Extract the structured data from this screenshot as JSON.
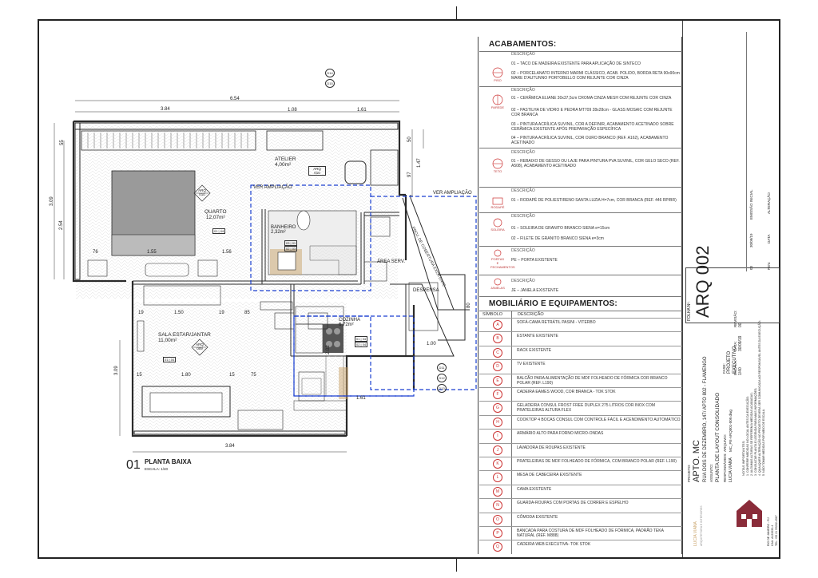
{
  "plan": {
    "dims_top": [
      "3.84",
      "6.54",
      "1.08",
      "1.61"
    ],
    "dims_left": [
      "3.09",
      "2.54",
      "3.09"
    ],
    "dims_right": [
      "55",
      "50",
      "1.47",
      "97"
    ],
    "dims_misc": [
      "76",
      "1.55",
      "1.56",
      "19",
      "1.50",
      "19",
      "85",
      "2.02",
      "1.00",
      "80",
      "15",
      "1.80",
      "15",
      "75",
      "1.61",
      "3.84"
    ],
    "rooms": [
      {
        "name": "ATELIER",
        "area": "4,00m²"
      },
      {
        "name": "QUARTO",
        "area": "12,07m²"
      },
      {
        "name": "BANHEIRO",
        "area": "2,32m²"
      },
      {
        "name": "ÁREA SERV.",
        "area": ""
      },
      {
        "name": "DESPENSA",
        "area": ""
      },
      {
        "name": "COZINHA",
        "area": "6,72m²"
      },
      {
        "name": "SALA ESTAR/JANTAR",
        "area": "11,00m²"
      }
    ],
    "annotations": [
      "VER AMPLIAÇÃO",
      "VER AMPLIAÇÃO",
      "PROJ. DE COBERTURA EXISTENTE"
    ],
    "sheet_marks": [
      {
        "label": "ARQ",
        "code": "010"
      },
      {
        "label": "ARQ",
        "code": "009"
      },
      {
        "label": "ARQ",
        "code": "009"
      },
      {
        "label": "ARQ",
        "code": "010"
      }
    ],
    "elevation_marks": [
      "D14",
      "D15",
      "D11",
      "D12",
      "D13"
    ],
    "tags": [
      "01 | 04",
      "03 | 01",
      "02 | 03",
      "01 | 04",
      "01 | 04",
      "02 | 04"
    ],
    "title_number": "01",
    "title": "PLANTA BAIXA",
    "scale": "ESCALA: 1/40"
  },
  "acabamentos": {
    "title": "ACABAMENTOS:",
    "piso": {
      "label": "PISO",
      "header": "DESCRIÇÃO",
      "rows": [
        "01 – TACO DE MADEIRA EXISTENTE PARA APLICAÇÃO DE SINTECO",
        "02 – PORCELANATO INTERNO MARMI CLÁSSICO, ACAB. POLIDO, BORDA RETA 90x90cm MARE D'AUTUNNO PORTOBELLO COM REJUNTE COR CINZA"
      ]
    },
    "parede": {
      "label": "PAREDE",
      "header": "DESCRIÇÃO",
      "rows": [
        "01 – CERÂMICA ELIANE 30x37,5cm CROMA CINZA MESH COM REJUNTE COR CINZA",
        "02 – PASTILHA DE VIDRO E PEDRA MT709 28x28cm - GLASS MOSAIC COM REJUNTE COR BRANCA",
        "03 – PINTURA ACRÍLICA SUVINIL, COR A DEFINIR, ACABAMENTO ACETINADO SOBRE CERÂMICA EXISTENTE APÓS PREPARAÇÃO ESPECÍFICA",
        "04 – PINTURA ACRÍLICA SUVINIL, COR OURO BRANCO (REF. A162), ACABAMENTO ACETINADO"
      ]
    },
    "teto": {
      "label": "TETO",
      "header": "DESCRIÇÃO",
      "rows": [
        "01 – REBAIXO DE GESSO OU LAJE PARA PINTURA PVA SUVINIL, COR GELO SECO (REF. A508), ACABAMENTO ACETINADO"
      ]
    },
    "rodape": {
      "label": "RODAPÉ",
      "header": "DESCRIÇÃO",
      "rows": [
        "01 – RODAPÉ DE POLIESTIRENO SANTA LUZIA H=7cm, COR BRANCA (REF. 446 RP/BR)"
      ]
    },
    "soleira": {
      "label": "SOLEIRA",
      "header": "DESCRIÇÃO",
      "rows": [
        "01 – SOLEIRA DE GRANITO BRANCO SIENA e=15cm",
        "02 – FILETE DE GRANITO BRANCO SIENA e=3cm"
      ]
    },
    "portas": {
      "label": "PORTAS E FECHAMENTOS",
      "header": "DESCRIÇÃO",
      "rows": [
        "PE – PORTA EXISTENTE"
      ]
    },
    "janelas": {
      "label": "JANELAS",
      "header": "DESCRIÇÃO",
      "rows": [
        "JE – JANELA EXISTENTE"
      ]
    }
  },
  "mobiliario": {
    "title": "MOBILIÁRIO E EQUIPAMENTOS:",
    "col_symbol": "SÍMBOLO",
    "col_desc": "DESCRIÇÃO",
    "items": [
      {
        "sym": "A",
        "desc": "SOFÁ-CAMA RETRÁTIL PASINI - VITERBO"
      },
      {
        "sym": "B",
        "desc": "ESTANTE EXISTENTE"
      },
      {
        "sym": "C",
        "desc": "RACK EXISTENTE"
      },
      {
        "sym": "D",
        "desc": "TV EXISTENTE"
      },
      {
        "sym": "E",
        "desc": "BALCÃO PARA ALIMENTAÇÃO DE MDF FOLHEADO DE FÓRMICA COR BRANCO POLAR (REF. L190)"
      },
      {
        "sym": "F",
        "desc": "CADEIRA EAMES WOOD, COR BRANCA - TOK STOK"
      },
      {
        "sym": "G",
        "desc": "GELADEIRA CONSUL FROST FREE DUPLEX 275 LITROS COR INOX COM PRATELEIRAS ALTURA FLEX"
      },
      {
        "sym": "H",
        "desc": "COOKTOP 4 BOCAS CONSUL COM CONTROLE FÁCIL E ACENDIMENTO AUTOMÁTICO"
      },
      {
        "sym": "I",
        "desc": "ARMÁRIO ALTO PARA FORNO MICRO-ONDAS"
      },
      {
        "sym": "J",
        "desc": "LAVADORA DE ROUPAS EXISTENTE"
      },
      {
        "sym": "K",
        "desc": "PRATELEIRAS DE MDF FOLHEADO DE FÓRMICA, COM BRANCO POLAR (REF. L190)"
      },
      {
        "sym": "L",
        "desc": "MESA DE CABECEIRA EXISTENTE"
      },
      {
        "sym": "M",
        "desc": "CAMA EXISTENTE"
      },
      {
        "sym": "N",
        "desc": "GUARDA-ROUPAS COM PORTAS DE CORRER E ESPELHO"
      },
      {
        "sym": "O",
        "desc": "CÔMODA EXISTENTE"
      },
      {
        "sym": "P",
        "desc": "BANCADA PARA COSTURA DE MDF FOLHEADO DE FÓRMICA, PADRÃO TEKA NATURAL (REF. M888)"
      },
      {
        "sym": "Q",
        "desc": "CADEIRA WEB EXECUTIVA- TOK STOK"
      }
    ]
  },
  "titleblock": {
    "folha_label": "FOLHA Nº:",
    "folha": "ARQ 002",
    "projeto_label": "PROJETO:",
    "projeto": "APTO. MC",
    "endereco": "RUA DOIS DE DEZEMBRO, 147/ APTO 802 - FLAMENGO",
    "assunto_label": "ASSUNTO:",
    "assunto": "PLANTA DE LAYOUT CONSOLIDADO",
    "fase_label": "FASE:",
    "fase": "PROJETO EXECUTIVO",
    "responsaveis_label": "RESPONSÁVEIS:",
    "responsavel": "LUCIA VIANA",
    "arquivo_label": "ARQUIVO:",
    "arquivo": "MC_PE-ARQ001-009.dwg",
    "escala_label": "ESCALA:",
    "escala": "1/40",
    "data_label": "DATA:",
    "data": "30/09/19",
    "revisao_label": "REVISÃO:",
    "revisao": "00",
    "rev_table_headers": [
      "REV.",
      "DATA",
      "ALTERAÇÃO"
    ],
    "rev_row": [
      "00",
      "30/09/19",
      "EMISSÃO INICIAL"
    ],
    "notes_label": "NOTAS IMPORTANTES:",
    "notes": [
      "1. CONFERIR MEDIDAS NO LOCAL ANTES DA EXECUÇÃO;",
      "2. ALGUMAS ALTURAS SE REFEREM A MEDIDAS ACABADAS;",
      "3. CONSULTAR PLANTA E LEGENDA PARA MAIS INFORMAÇÕES;",
      "4. QUALQUER ALTERAÇÃO NO PROJETO DEVERÁ SER COMUNICADA AO RESPONSÁVEL ANTES DA EXECUÇÃO;",
      "5. NÃO TOMAR MEDIDAS POR MEIO DE ESCALA."
    ],
    "office_name": "LUCIA VIANA",
    "office_sub": "ARQUITETURA E INTERIORES",
    "office_contact": [
      "RIO DE JANEIRO - RJ",
      "CAU: A122633-4",
      "TEL: +55 21 99202-4567"
    ]
  },
  "colors": {
    "accent": "#d23232",
    "ampliacao": "#1a3fd0",
    "line": "#2a2a2a",
    "wood": "#c9a36a"
  }
}
